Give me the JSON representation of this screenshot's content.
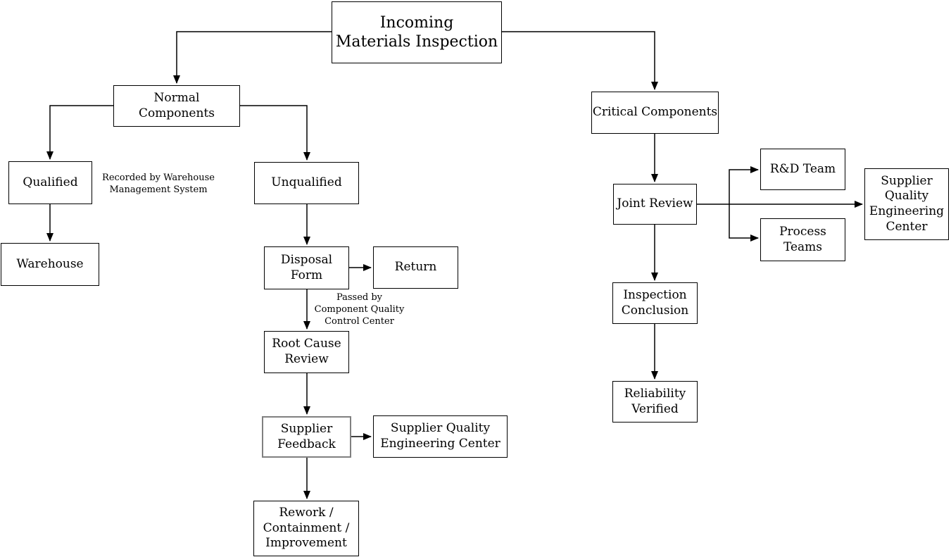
{
  "diagram": {
    "title": "Incoming\nMaterials Inspection",
    "nodes": {
      "normal_components": "Normal Components",
      "qualified": "Qualified",
      "warehouse": "Warehouse",
      "unqualified": "Unqualified",
      "disposal_form": "Disposal\nForm",
      "return": "Return",
      "root_cause_review": "Root Cause\nReview",
      "supplier_feedback": "Supplier\nFeedback",
      "supplier_quality_engineering_center": "Supplier Quality\nEngineering Center",
      "rework_containment_improvement": "Rework /\nContainment /\nImprovement",
      "critical_components": "Critical Components",
      "joint_review": "Joint Review",
      "rd_team": "R&D Team",
      "process_teams": "Process\nTeams",
      "supplier_quality_engineering_center_right": "Supplier\nQuality\nEngineering\nCenter",
      "inspection_conclusion": "Inspection\nConclusion",
      "reliability_verified": "Reliability\nVerified"
    },
    "annotations": {
      "recorded_by": "Recorded by Warehouse\nManagement System",
      "passed_by": "Passed by\nComponent Quality\nControl Center"
    },
    "colors": {
      "line": "#000000",
      "box_border": "#000000",
      "box_fill": "#ffffff",
      "highlight_border": "#808080",
      "background": "#ffffff"
    }
  }
}
